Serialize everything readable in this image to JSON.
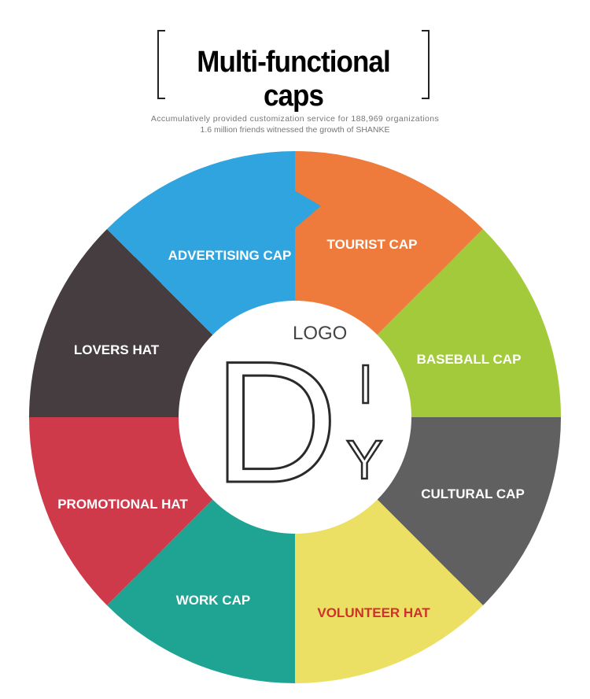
{
  "title": "Multi-functional caps",
  "subtitle_lines": [
    "Accumulatively  provided  customization service  for  188,969 organizations",
    "1.6 million friends witnessed the growth of SHANKE"
  ],
  "center": {
    "logo_text": "LOGO",
    "letters": [
      "D",
      "I",
      "Y"
    ]
  },
  "segments": [
    {
      "label": "TOURIST CAP",
      "color": "#EE7B3C",
      "text_color": "#ffffff"
    },
    {
      "label": "BASEBALL CAP",
      "color": "#A3CA3B",
      "text_color": "#ffffff"
    },
    {
      "label": "CULTURAL CAP",
      "color": "#606060",
      "text_color": "#ffffff"
    },
    {
      "label": "VOLUNTEER HAT",
      "color": "#EBE063",
      "text_color": "#D0312D"
    },
    {
      "label": "WORK CAP",
      "color": "#1FA393",
      "text_color": "#ffffff"
    },
    {
      "label": "PROMOTIONAL HAT",
      "color": "#CF3A4B",
      "text_color": "#ffffff"
    },
    {
      "label": "LOVERS HAT",
      "color": "#453D3F",
      "text_color": "#ffffff"
    },
    {
      "label": "ADVERTISING CAP",
      "color": "#2FA4DF",
      "text_color": "#ffffff"
    }
  ]
}
